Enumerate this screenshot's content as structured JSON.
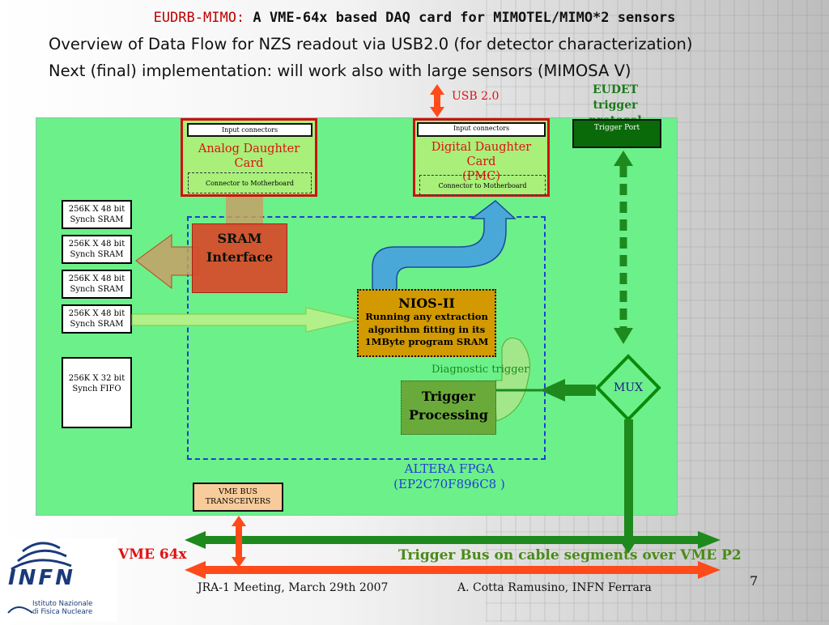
{
  "header": {
    "title_prefix": "EUDRB-MIMO:",
    "title_main": "A VME-64x based DAQ card for MIMOTEL/MIMO*2 sensors",
    "subtitle1": "Overview of Data Flow for NZS readout via USB2.0 (for detector characterization)",
    "subtitle2": "Next (final) implementation: will work also with large sensors (MIMOSA V)"
  },
  "labels": {
    "usb": "USB 2.0",
    "eudet_line1": "EUDET",
    "eudet_line2": "trigger protocol",
    "trigger_port": "Trigger Port"
  },
  "analog_card": {
    "input": "Input connectors",
    "name": "Analog Daughter Card",
    "connector": "Connector to Motherboard"
  },
  "digital_card": {
    "input": "Input connectors",
    "name_line1": "Digital Daughter Card",
    "name_line2": "(PMC)",
    "connector": "Connector to Motherboard"
  },
  "memory": {
    "sram_line1": "256K X 48 bit",
    "sram_line2": "Synch SRAM",
    "fifo_line1": "256K X 32 bit",
    "fifo_line2": "Synch FIFO"
  },
  "sram_interface": {
    "line1": "SRAM",
    "line2": "Interface"
  },
  "nios": {
    "title": "NIOS-II",
    "line1": "Running any extraction",
    "line2": "algorithm fitting in its",
    "line3": "1MByte program SRAM"
  },
  "diagnostic": "Diagnostic trigger",
  "trigger_proc": {
    "line1": "Trigger",
    "line2": "Processing"
  },
  "mux": "MUX",
  "fpga": {
    "line1": "ALTERA FPGA",
    "line2": "(EP2C70F896C8 )"
  },
  "vme_transceivers": {
    "line1": "VME BUS",
    "line2": "TRANSCEIVERS"
  },
  "bus": {
    "vme": "VME 64x",
    "trigger_bus": "Trigger Bus on cable segments over VME P2"
  },
  "footer": {
    "left": "JRA-1 Meeting, March 29th 2007",
    "right": "A. Cotta Ramusino, INFN Ferrara",
    "page": "7"
  },
  "logo": {
    "name": "INFN",
    "line1": "Istituto Nazionale",
    "line2": "di Fisica Nucleare"
  },
  "colors": {
    "board": "#6cf08a",
    "arrow_red": "#ff4a1a",
    "arrow_green": "#2a9a1a",
    "title_red": "#c00000",
    "fpga_dash": "#1e3fd8"
  }
}
